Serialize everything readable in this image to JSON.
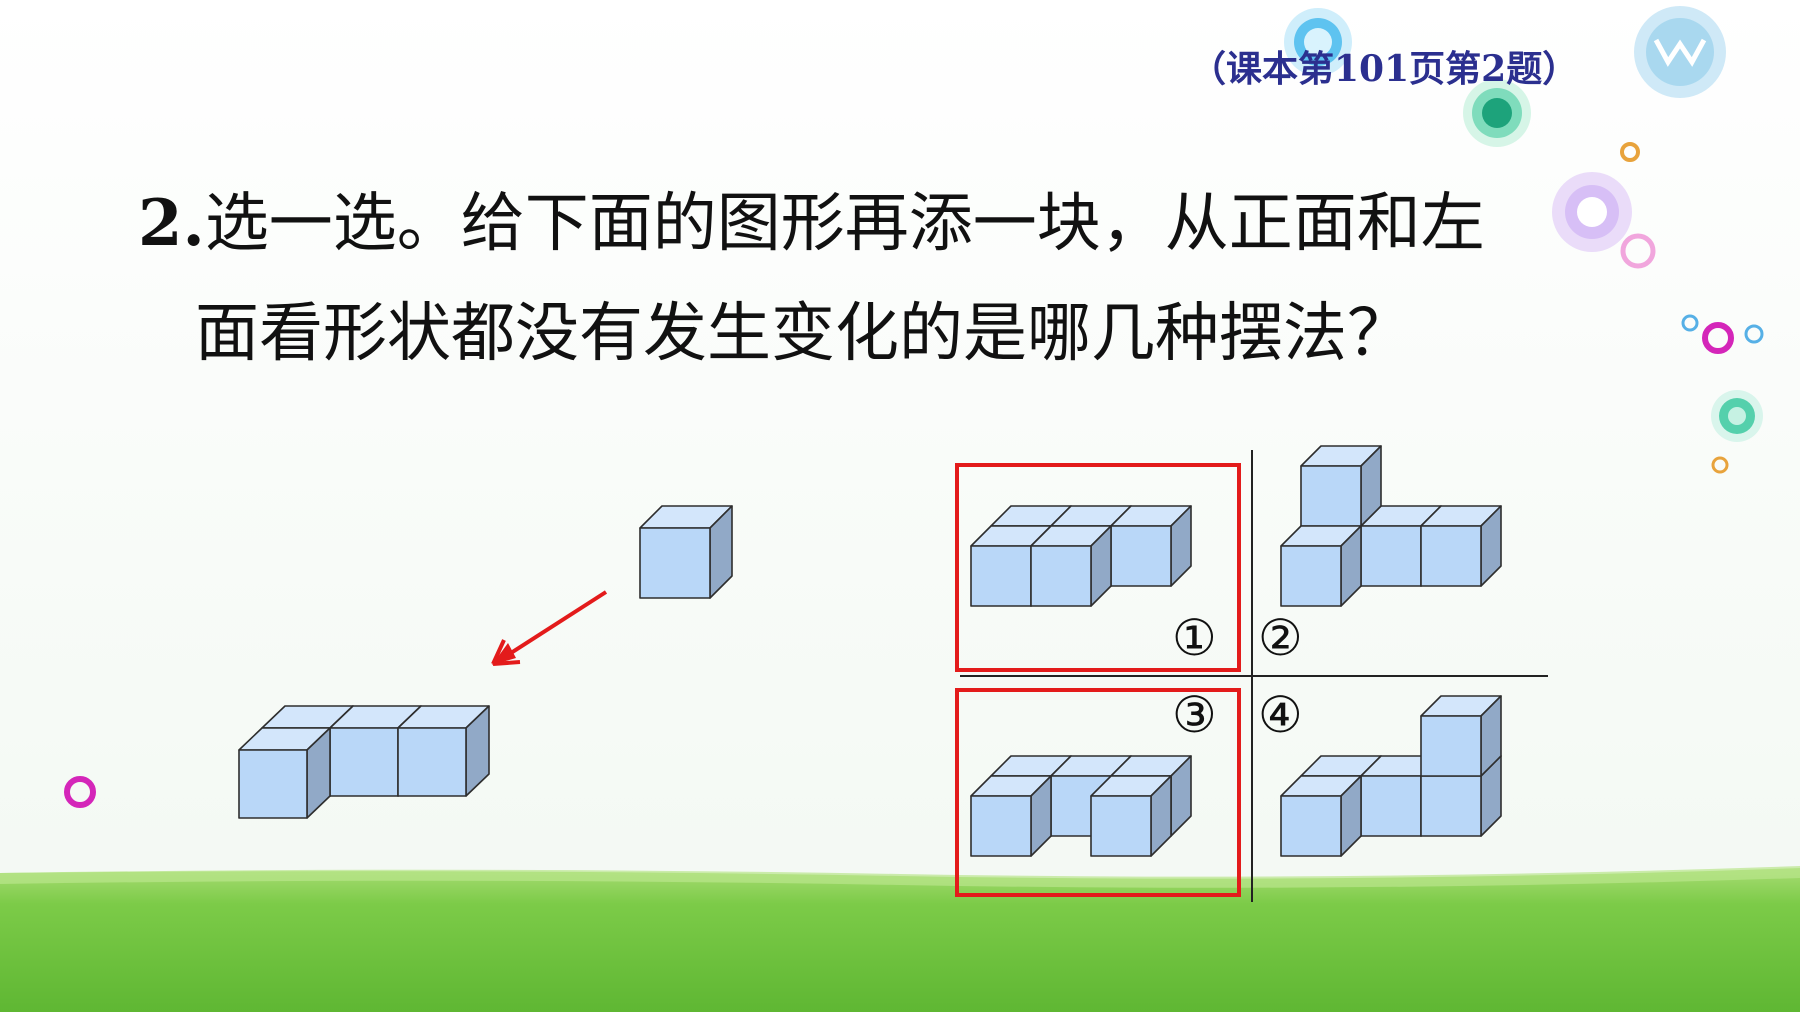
{
  "header": {
    "page_ref": "（课本第101页第2题）"
  },
  "question": {
    "number": "2.",
    "line1": "选一选。给下面的图形再添一块，从正面和左",
    "line2": "面看形状都没有发生变化的是哪几种摆法？"
  },
  "options": [
    {
      "label": "①",
      "selected": true
    },
    {
      "label": "②",
      "selected": false
    },
    {
      "label": "③",
      "selected": true
    },
    {
      "label": "④",
      "selected": false
    }
  ],
  "colors": {
    "cube_front": "#b9d7f8",
    "cube_top": "#d3e6fb",
    "cube_side": "#91a9c7",
    "cube_edge": "#2e2e2e",
    "highlight": "#e31b1b",
    "arrow": "#e31b1b",
    "grass": "#69bf3c",
    "grass_light": "#9bd86a"
  },
  "icons": [
    "bubble-decoration",
    "arrow-icon",
    "cube-icon"
  ]
}
